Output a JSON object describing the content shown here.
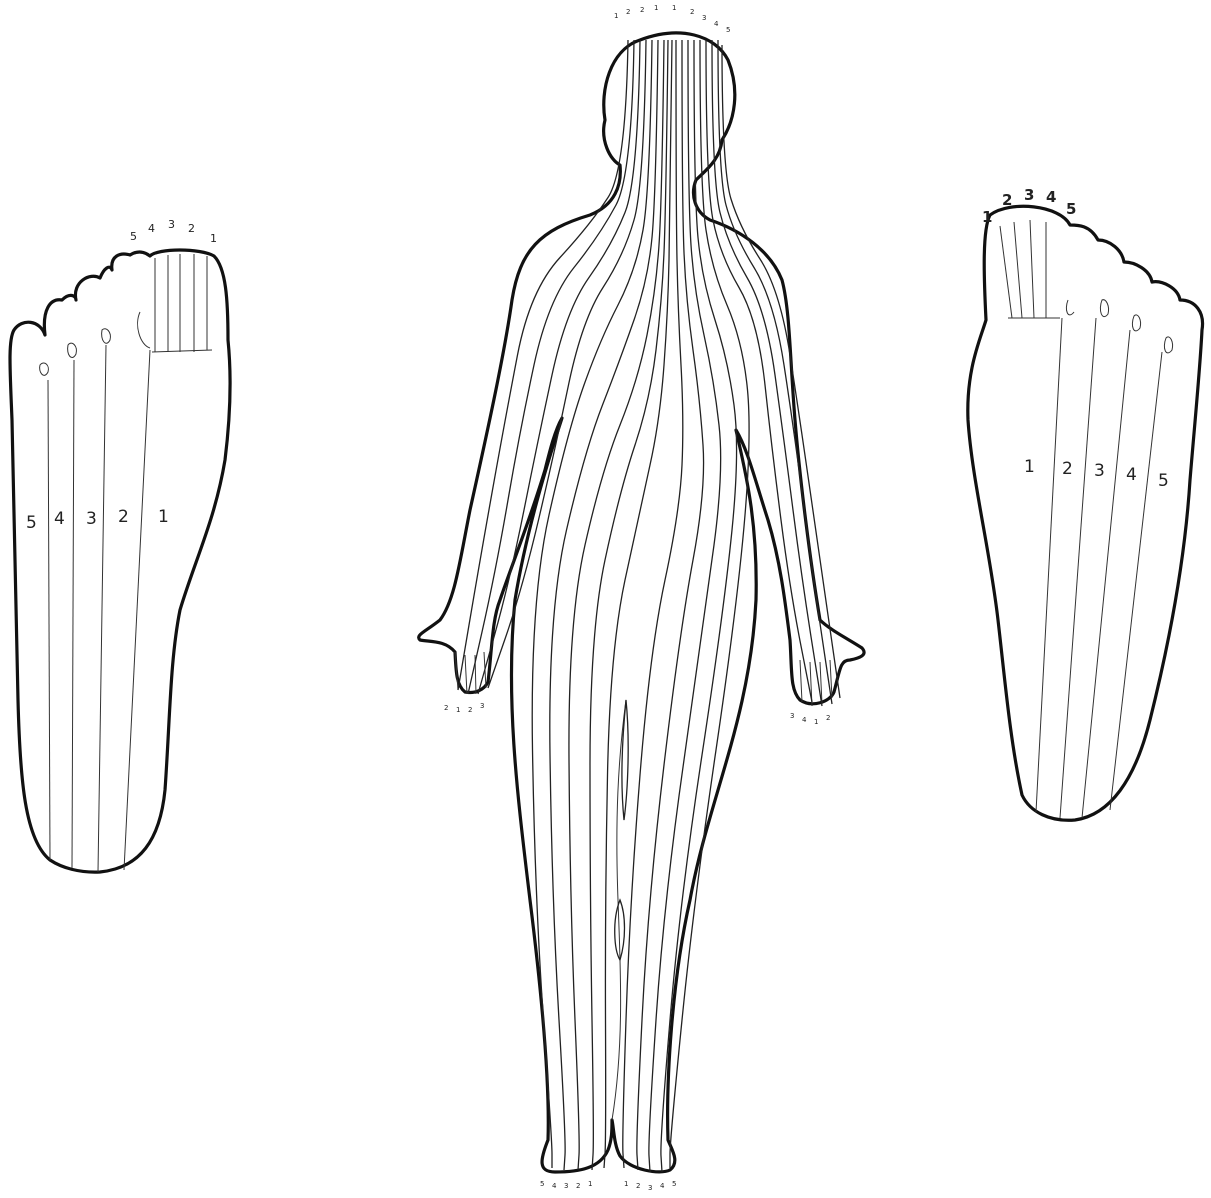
{
  "diagram": {
    "left_foot": {
      "sole_labels": [
        "5",
        "4",
        "3",
        "2",
        "1"
      ],
      "toe_labels": [
        "5",
        "4",
        "3",
        "2",
        "1"
      ]
    },
    "right_foot": {
      "sole_labels": [
        "1",
        "2",
        "3",
        "4",
        "5"
      ],
      "toe_labels": [
        "1",
        "2",
        "3",
        "4",
        "5"
      ]
    },
    "body": {
      "head_labels": [
        "1",
        "2",
        "2",
        "1",
        "1",
        "2",
        "3",
        "4",
        "5"
      ],
      "left_hand_labels": [
        "2",
        "1",
        "2",
        "3"
      ],
      "right_hand_labels": [
        "3",
        "4",
        "1",
        "2"
      ],
      "left_foot_labels": [
        "5",
        "4",
        "3",
        "2",
        "1"
      ],
      "right_foot_labels": [
        "1",
        "2",
        "3",
        "4",
        "5"
      ]
    }
  }
}
